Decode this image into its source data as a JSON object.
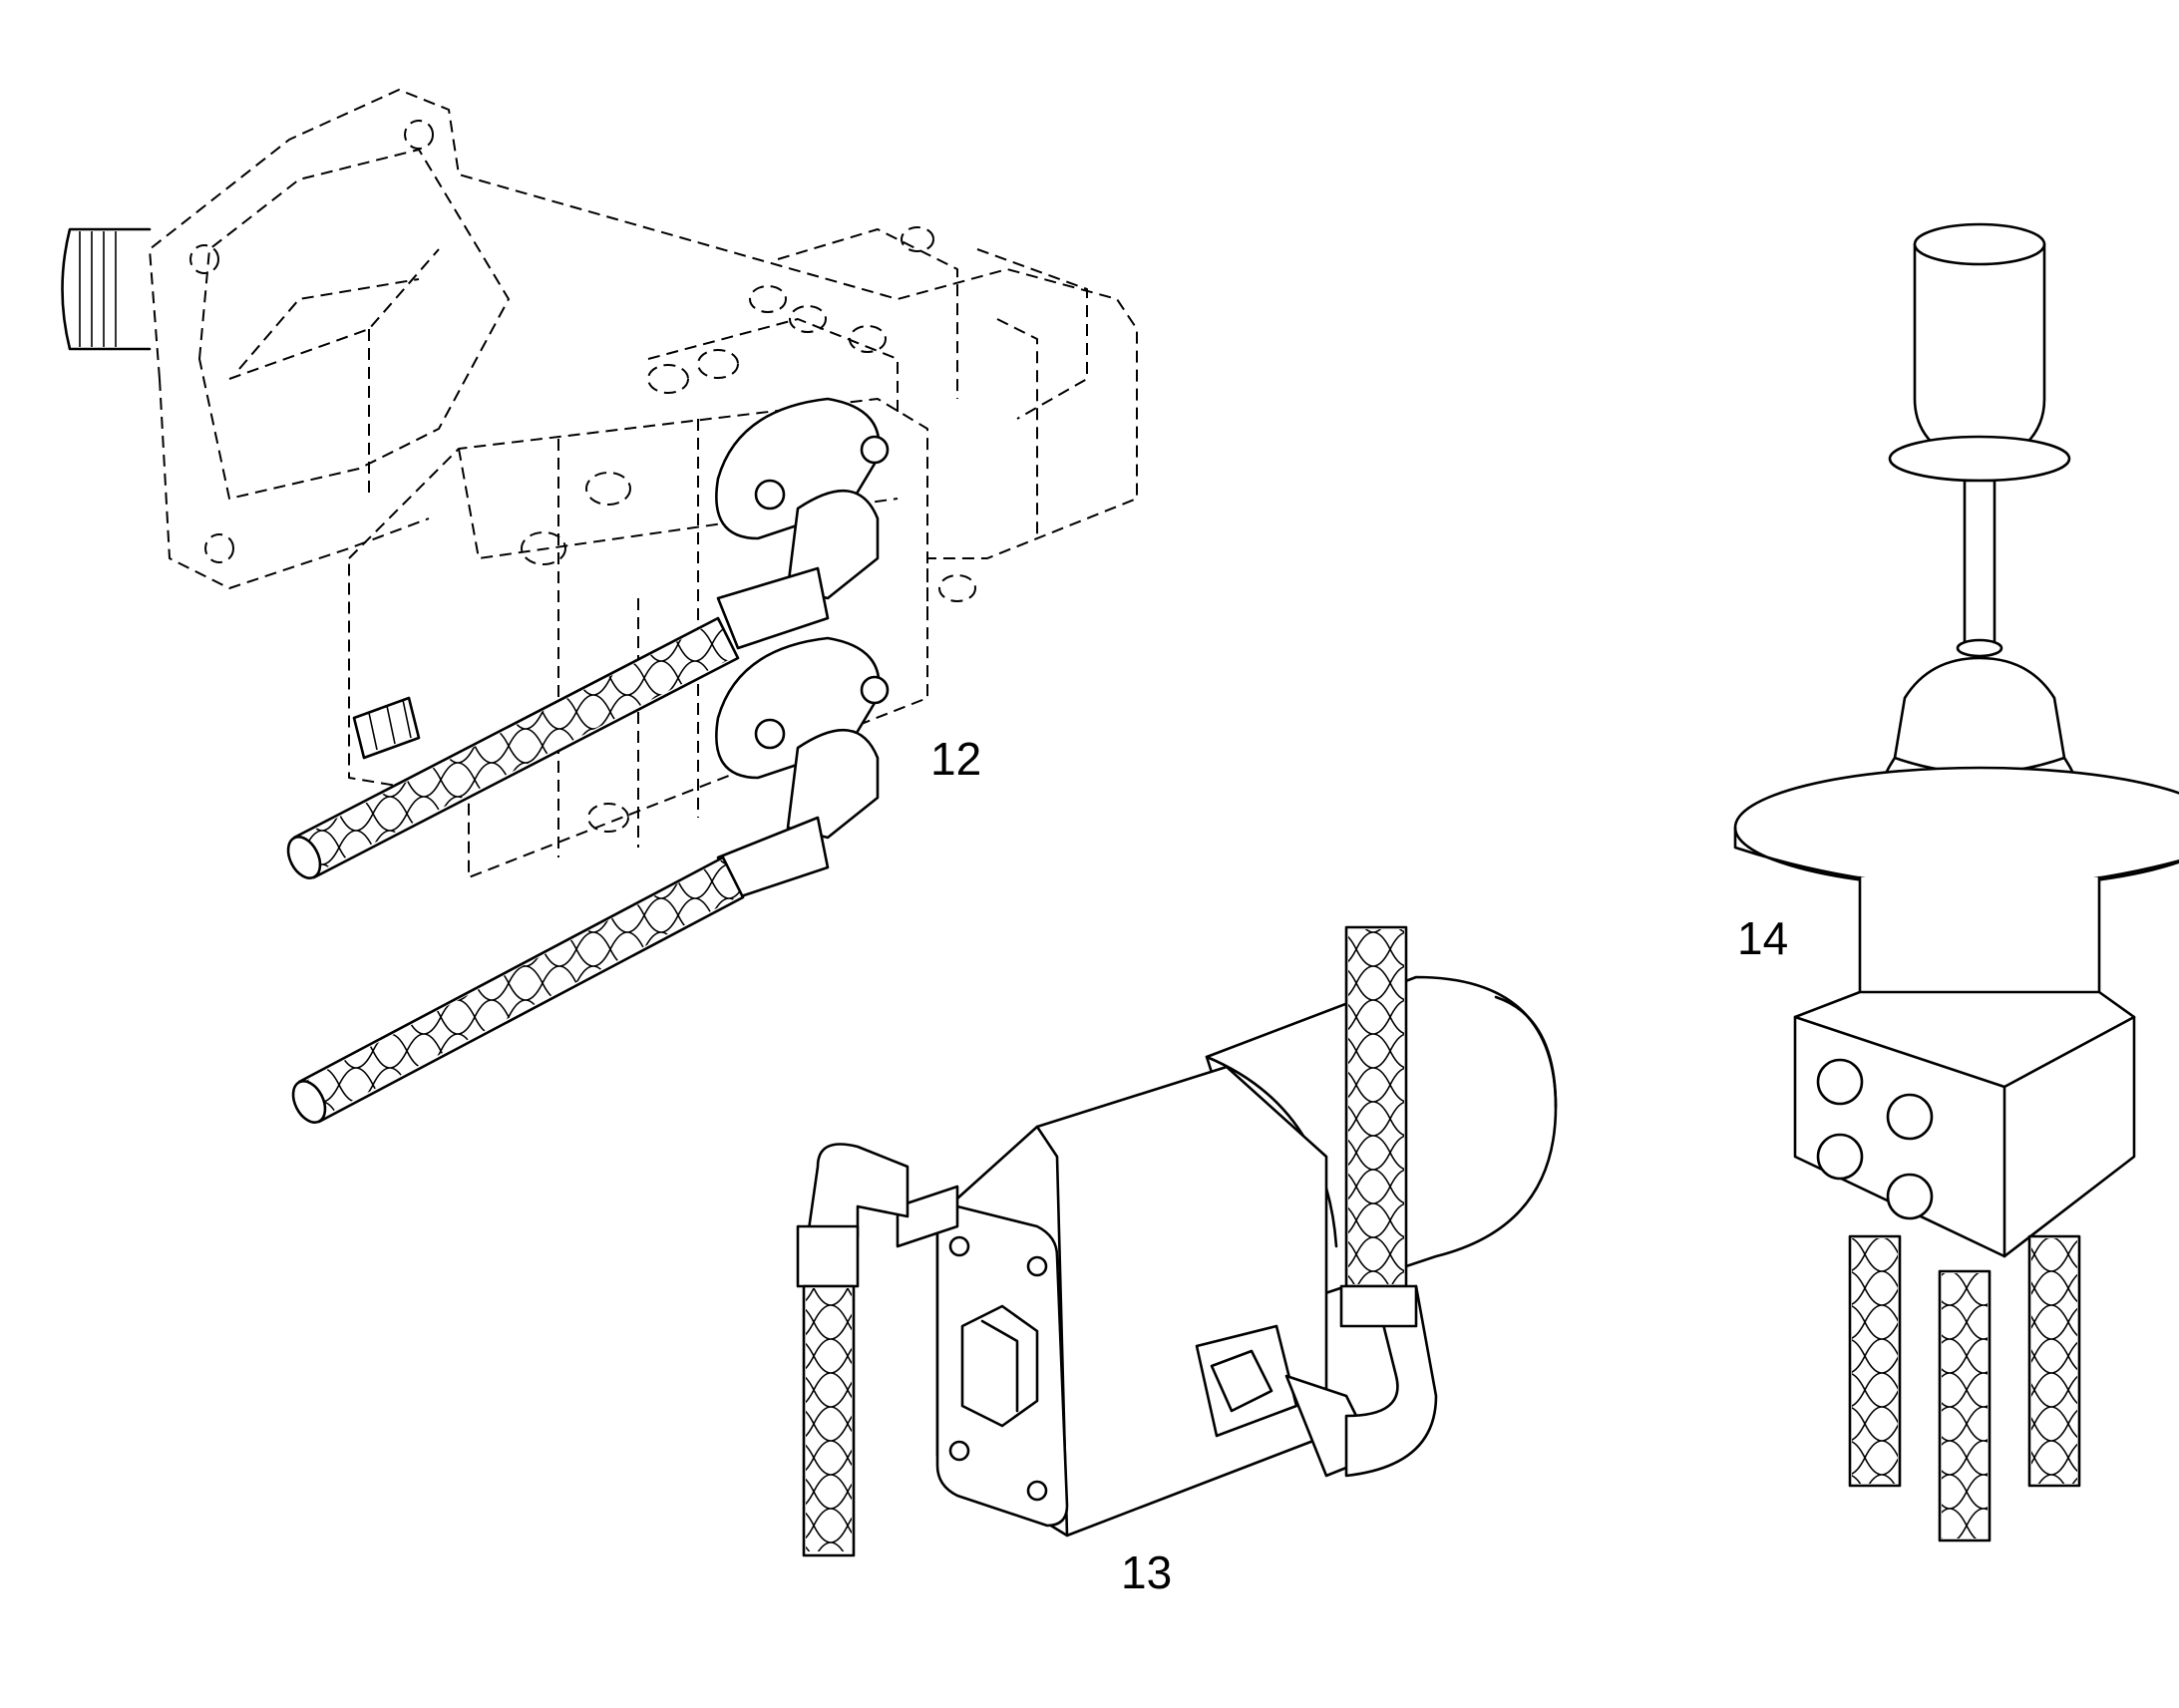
{
  "callouts": {
    "part_12": "12",
    "part_13": "13",
    "part_14": "14"
  }
}
